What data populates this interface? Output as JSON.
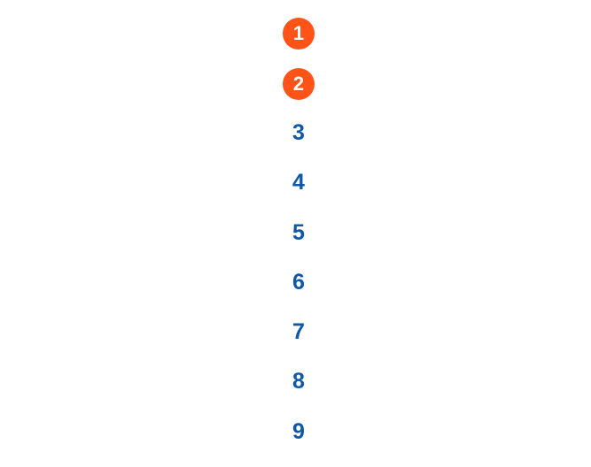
{
  "pagination": {
    "pages": [
      {
        "label": "1",
        "active": true
      },
      {
        "label": "2",
        "active": true
      },
      {
        "label": "3",
        "active": false
      },
      {
        "label": "4",
        "active": false
      },
      {
        "label": "5",
        "active": false
      },
      {
        "label": "6",
        "active": false
      },
      {
        "label": "7",
        "active": false
      },
      {
        "label": "8",
        "active": false
      },
      {
        "label": "9",
        "active": false
      }
    ]
  },
  "colors": {
    "active_background": "#ff5317",
    "active_text": "#ffffff",
    "link_text": "#0e58a8",
    "page_background": "#ffffff"
  }
}
